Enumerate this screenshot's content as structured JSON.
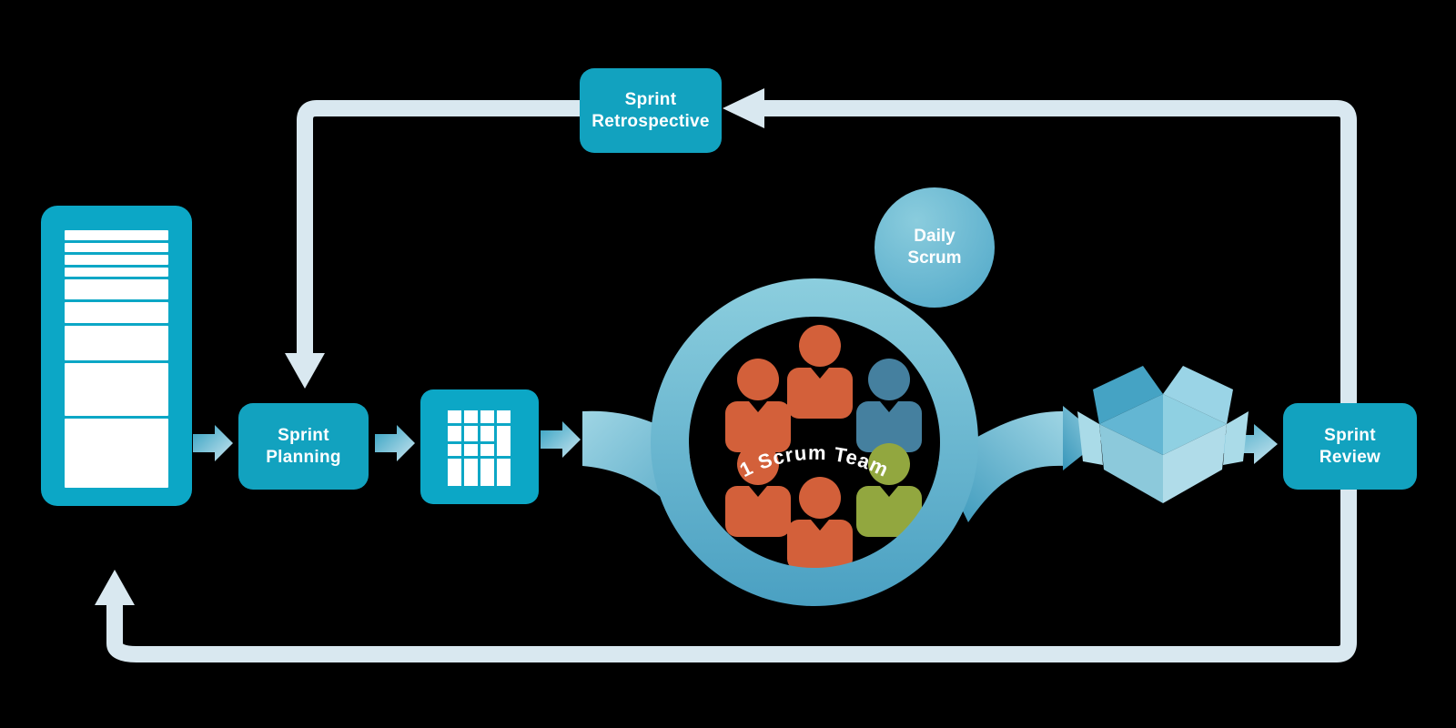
{
  "boxes": {
    "sprint_planning": {
      "line1": "Sprint",
      "line2": "Planning"
    },
    "sprint_retrospective": {
      "line1": "Sprint",
      "line2": "Retrospective"
    },
    "sprint_review": {
      "line1": "Sprint",
      "line2": "Review"
    },
    "daily_scrum": {
      "line1": "Daily",
      "line2": "Scrum"
    }
  },
  "ring": {
    "label": "1 Scrum Team"
  },
  "icons": {
    "backlog_bars": [
      11,
      10,
      11,
      10,
      22,
      23,
      38,
      58,
      76
    ],
    "task_grid": {
      "cols": 4,
      "rows": [
        14,
        17,
        13,
        30
      ],
      "merge": {
        "col": 4,
        "row_start": 2,
        "row_span": 2
      }
    }
  },
  "people": [
    "#d3603a",
    "#d3603a",
    "#45809f",
    "#d3603a",
    "#92a73f",
    "#d3603a"
  ],
  "colors": {
    "bg": "#000000",
    "box_teal": "#12a2bf",
    "tile_teal": "#0ca7c6",
    "pale_arrow": "#d9e8f0",
    "ring_light": "#8ccede",
    "ring_dark": "#4aa0c2",
    "bubble_light": "#8accdd",
    "bubble_dark": "#4fa7c8",
    "arrow_grad_start": "#2f9fc0",
    "arrow_grad_end": "#cde7f1",
    "ribbon_light": "#9fd5e4",
    "ribbon_dark": "#3796ba",
    "person_orange": "#d3603a",
    "person_blue": "#45809f",
    "person_green": "#92a73f",
    "open_box_dark_flap": "#45a3c4",
    "open_box_light_flap": "#9ad4e6"
  }
}
